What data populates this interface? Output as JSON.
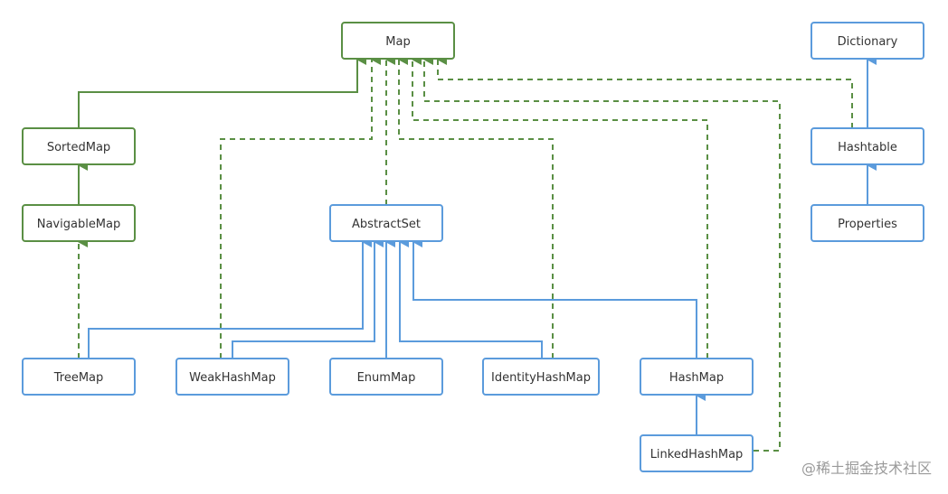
{
  "colors": {
    "green": "#5a8f44",
    "blue": "#5b9bdc",
    "text": "#333333"
  },
  "nodes": {
    "map": {
      "label": "Map",
      "color": "green"
    },
    "sortedmap": {
      "label": "SortedMap",
      "color": "green"
    },
    "navigablemap": {
      "label": "NavigableMap",
      "color": "green"
    },
    "abstractset": {
      "label": "AbstractSet",
      "color": "blue"
    },
    "dictionary": {
      "label": "Dictionary",
      "color": "blue"
    },
    "hashtable": {
      "label": "Hashtable",
      "color": "blue"
    },
    "properties": {
      "label": "Properties",
      "color": "blue"
    },
    "treemap": {
      "label": "TreeMap",
      "color": "blue"
    },
    "weakhashmap": {
      "label": "WeakHashMap",
      "color": "blue"
    },
    "enummap": {
      "label": "EnumMap",
      "color": "blue"
    },
    "identityhashmap": {
      "label": "IdentityHashMap",
      "color": "blue"
    },
    "hashmap": {
      "label": "HashMap",
      "color": "blue"
    },
    "linkedhashmap": {
      "label": "LinkedHashMap",
      "color": "blue"
    }
  },
  "edges": [
    {
      "from": "sortedmap",
      "to": "map",
      "style": "solid",
      "color": "green"
    },
    {
      "from": "navigablemap",
      "to": "sortedmap",
      "style": "solid",
      "color": "green"
    },
    {
      "from": "treemap",
      "to": "navigablemap",
      "style": "dashed",
      "color": "green"
    },
    {
      "from": "weakhashmap",
      "to": "map",
      "style": "dashed",
      "color": "green"
    },
    {
      "from": "abstractset",
      "to": "map",
      "style": "dashed",
      "color": "green"
    },
    {
      "from": "identityhashmap",
      "to": "map",
      "style": "dashed",
      "color": "green"
    },
    {
      "from": "hashmap",
      "to": "map",
      "style": "dashed",
      "color": "green"
    },
    {
      "from": "linkedhashmap",
      "to": "map",
      "style": "dashed",
      "color": "green"
    },
    {
      "from": "hashtable",
      "to": "map",
      "style": "dashed",
      "color": "green"
    },
    {
      "from": "treemap",
      "to": "abstractset",
      "style": "solid",
      "color": "blue"
    },
    {
      "from": "weakhashmap",
      "to": "abstractset",
      "style": "solid",
      "color": "blue"
    },
    {
      "from": "enummap",
      "to": "abstractset",
      "style": "solid",
      "color": "blue"
    },
    {
      "from": "identityhashmap",
      "to": "abstractset",
      "style": "solid",
      "color": "blue"
    },
    {
      "from": "hashmap",
      "to": "abstractset",
      "style": "solid",
      "color": "blue"
    },
    {
      "from": "linkedhashmap",
      "to": "hashmap",
      "style": "solid",
      "color": "blue"
    },
    {
      "from": "hashtable",
      "to": "dictionary",
      "style": "solid",
      "color": "blue"
    },
    {
      "from": "properties",
      "to": "hashtable",
      "style": "solid",
      "color": "blue"
    }
  ],
  "watermark": "@稀土掘金技术社区"
}
